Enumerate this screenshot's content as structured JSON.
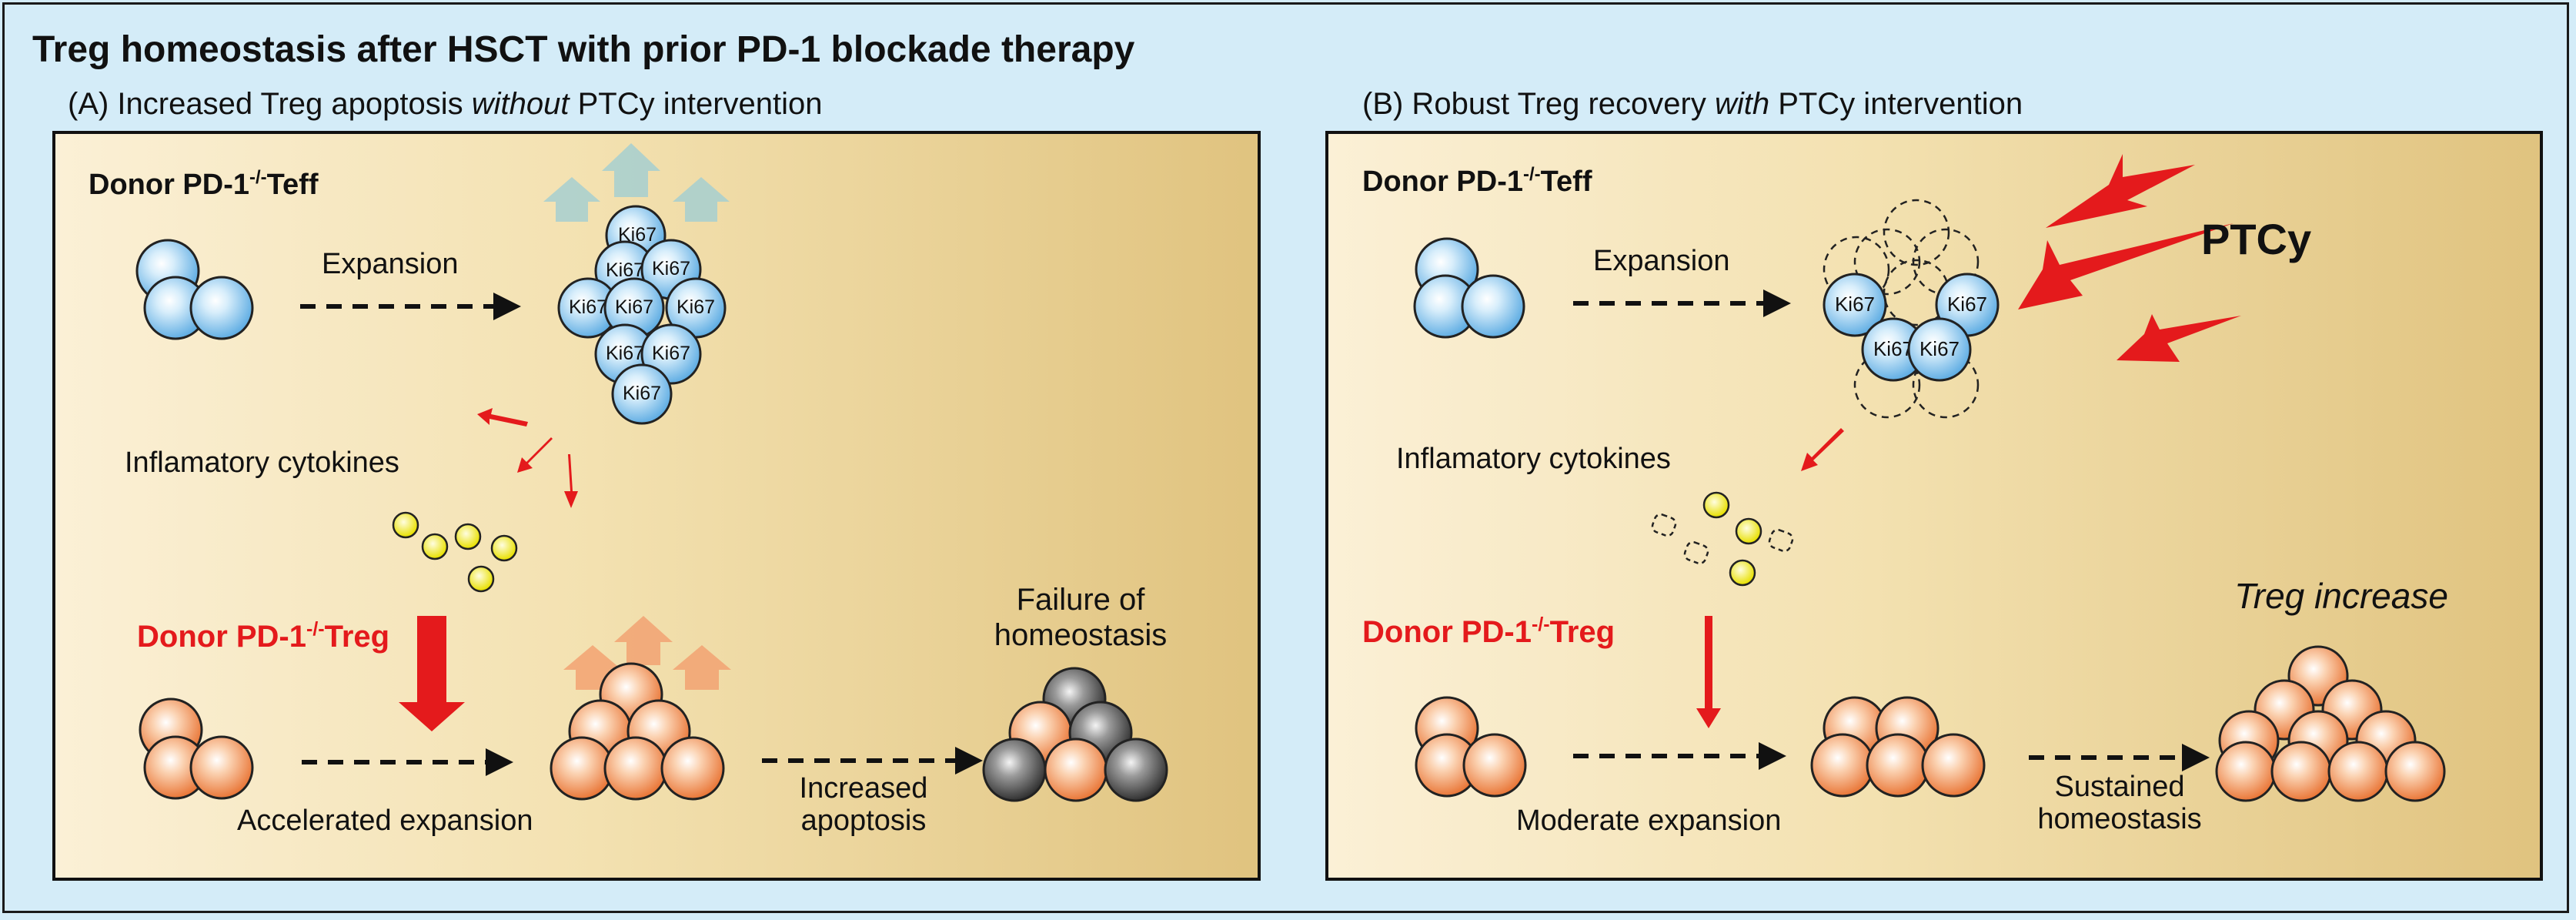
{
  "title": "Treg homeostasis after HSCT with prior PD-1 blockade therapy",
  "colors": {
    "background": "#d4ecf8",
    "panel_left": "#fbf0d6",
    "panel_right": "#e0c37f",
    "teff_cell": "#8ec8ef",
    "treg_cell": "#f08848",
    "apoptotic_cell": "#555555",
    "cytokine": "#f2ec18",
    "red_accent": "#e41a1c"
  },
  "panelA": {
    "header_prefix": "(A) Increased Treg apoptosis ",
    "header_italic": "without",
    "header_suffix": " PTCy intervention",
    "teff_label": "Donor PD-1",
    "teff_sup": "-/-",
    "teff_suffix": "Teff",
    "expansion": "Expansion",
    "marker": "Ki67",
    "cytokines": "Inflamatory cytokines",
    "treg_label": "Donor PD-1",
    "treg_sup": "-/-",
    "treg_suffix": "Treg",
    "accelerated": "Accelerated expansion",
    "apoptosis_line1": "Increased",
    "apoptosis_line2": "apoptosis",
    "failure_line1": "Failure of",
    "failure_line2": "homeostasis"
  },
  "panelB": {
    "header_prefix": "(B) Robust Treg recovery ",
    "header_italic": "with",
    "header_suffix": " PTCy intervention",
    "teff_label": "Donor PD-1",
    "teff_sup": "-/-",
    "teff_suffix": "Teff",
    "expansion": "Expansion",
    "marker": "Ki67",
    "ptcy": "PTCy",
    "cytokines": "Inflamatory cytokines",
    "treg_label": "Donor PD-1",
    "treg_sup": "-/-",
    "treg_suffix": "Treg",
    "moderate": "Moderate expansion",
    "sustained_line1": "Sustained",
    "sustained_line2": "homeostasis",
    "increase": "Treg increase"
  }
}
